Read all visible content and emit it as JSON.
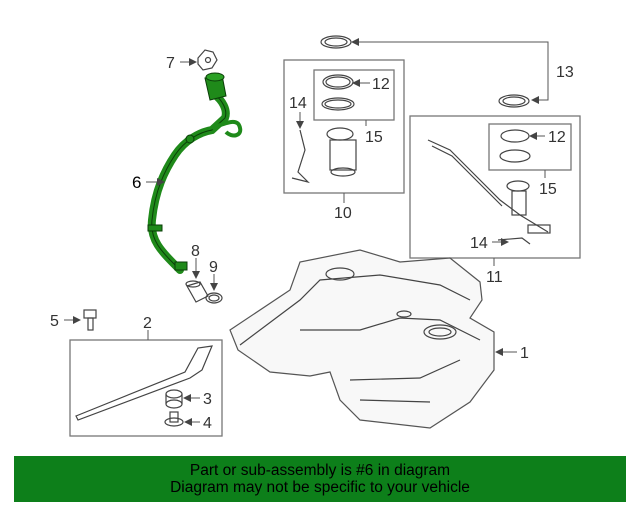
{
  "callouts": {
    "c1": "1",
    "c2": "2",
    "c3": "3",
    "c4": "4",
    "c5": "5",
    "c6": "6",
    "c7": "7",
    "c8": "8",
    "c9": "9",
    "c10": "10",
    "c11": "11",
    "c12a": "12",
    "c12b": "12",
    "c13": "13",
    "c14a": "14",
    "c14b": "14",
    "c15a": "15",
    "c15b": "15"
  },
  "colors": {
    "highlight": "#1f8a1a",
    "banner": "#0d7f1a"
  },
  "banner": {
    "line1": "Part or sub-assembly is #6 in diagram",
    "line2": "Diagram may not be specific to your vehicle"
  }
}
